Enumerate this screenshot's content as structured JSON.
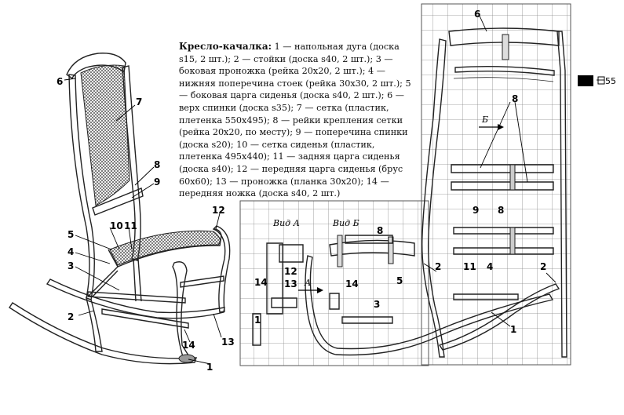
{
  "legend": {
    "title": "Кресло-качалка:",
    "text": "1 — напольная дуга (доска s15, 2 шт.); 2 — стойки (доска s40, 2 шт.); 3 — боковая проножка (рейка 20x20, 2 шт.); 4 — нижняя поперечина стоек (рейка 30x30, 2 шт.); 5 — боковая царга сиденья (доска s40, 2 шт.); 6 — верх спинки (доска s35); 7 — сетка (пластик, плетенка 550x495); 8 — рейки крепления сетки (рейка 20x20, по месту); 9 — поперечина спинки (доска s20); 10 — сетка сиденья (пластик, плетенка 495x440); 11 — задняя царга сиденья (доска s40); 12 — передняя царга сиденья (брус 60x60); 13 — проножка (планка 30x20); 14 — передняя ножка (доска s40, 2 шт.)"
  },
  "views": {
    "view_a": "Вид А",
    "view_b": "Вид Б",
    "arrow_a": "А",
    "arrow_b": "Б"
  },
  "dimension": "55",
  "callouts": {
    "c1": "1",
    "c2": "2",
    "c3": "3",
    "c4": "4",
    "c5": "5",
    "c6": "6",
    "c7": "7",
    "c8": "8",
    "c9": "9",
    "c10": "10",
    "c11": "11",
    "c12": "12",
    "c13": "13",
    "c14": "14"
  }
}
